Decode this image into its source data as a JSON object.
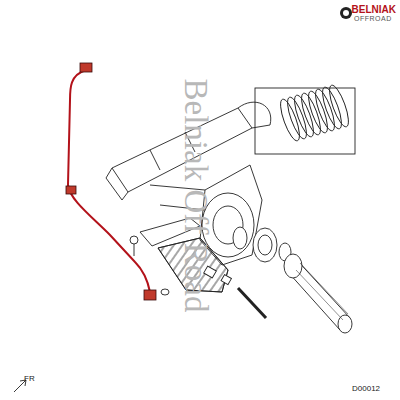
{
  "diagram": {
    "labels": [
      "Belniak Off Road",
      "BELNIAK",
      "OFFROAD",
      "FR",
      "D00012"
    ]
  }
}
